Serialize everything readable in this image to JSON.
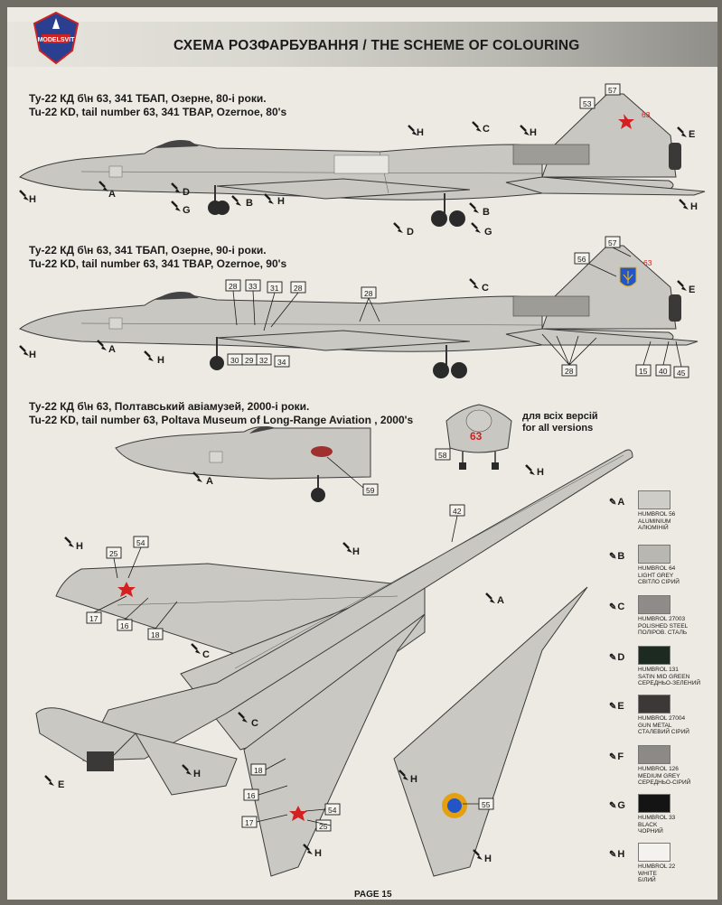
{
  "header": {
    "logo_text": "MODELSVIT",
    "title": "СХЕМА РОЗФАРБУВАННЯ  / THE SCHEME OF COLOURING"
  },
  "views": [
    {
      "caption_ua": "Ту-22 КД б\\н 63, 341 ТБАП, Озерне, 80-і роки.",
      "caption_en": "Tu-22 KD, tail number 63, 341 TBAP, Ozernoe, 80's"
    },
    {
      "caption_ua": "Ту-22 КД б\\н 63, 341 ТБАП, Озерне, 90-і роки.",
      "caption_en": "Tu-22 KD, tail number 63, 341 TBAP, Ozernoe, 90's"
    },
    {
      "caption_ua": "Ту-22 КД б\\н 63, Полтавський авіамузей, 2000-і роки.",
      "caption_en": "Tu-22 KD, tail number 63, Poltava Museum of Long-Range Aviation , 2000's"
    }
  ],
  "all_versions": {
    "ua": "для всіх версій",
    "en": "for all versions",
    "nose_number": "63",
    "tail_number": "63"
  },
  "paints": [
    {
      "letter": "A",
      "brand": "HUMBROL 56",
      "en": "ALUMINIUM",
      "ua": "АЛЮМІНІЙ",
      "color": "#cfcdc8"
    },
    {
      "letter": "B",
      "brand": "HUMBROL 64",
      "en": "LIGHT GREY",
      "ua": "СВІТЛО СІРИЙ",
      "color": "#b9b7b1"
    },
    {
      "letter": "C",
      "brand": "HUMBROL 27003",
      "en": "POLISHED STEEL",
      "ua": "ПОЛІРОВ. СТАЛЬ",
      "color": "#8e8c88"
    },
    {
      "letter": "D",
      "brand": "HUMBROL 131",
      "en": "SATIN MID GREEN",
      "ua": "СЕРЕДНЬО-ЗЕЛЕНИЙ",
      "color": "#1c2a22"
    },
    {
      "letter": "E",
      "brand": "HUMBROL 27004",
      "en": "GUN METAL",
      "ua": "СТАЛЕВИЙ СІРИЙ",
      "color": "#3b3838"
    },
    {
      "letter": "F",
      "brand": "HUMBROL 126",
      "en": "MEDIUM GREY",
      "ua": "СЕРЕДНЬО-СІРИЙ",
      "color": "#8c8a86"
    },
    {
      "letter": "G",
      "brand": "HUMBROL 33",
      "en": "BLACK",
      "ua": "ЧОРНИЙ",
      "color": "#141414"
    },
    {
      "letter": "H",
      "brand": "HUMBROL 22",
      "en": "WHITE",
      "ua": "БІЛИЙ",
      "color": "#f3f2ee"
    }
  ],
  "callouts": {
    "A": "A",
    "B": "B",
    "C": "C",
    "D": "D",
    "E": "E",
    "G": "G",
    "H": "H",
    "n15": "15",
    "n16": "16",
    "n17": "17",
    "n18": "18",
    "n25": "25",
    "n28": "28",
    "n29": "29",
    "n30": "30",
    "n31": "31",
    "n32": "32",
    "n33": "33",
    "n34": "34",
    "n40": "40",
    "n42": "42",
    "n45": "45",
    "n53": "53",
    "n54": "54",
    "n55": "55",
    "n56": "56",
    "n57": "57",
    "n58": "58",
    "n59": "59"
  },
  "page_number": "PAGE 15"
}
